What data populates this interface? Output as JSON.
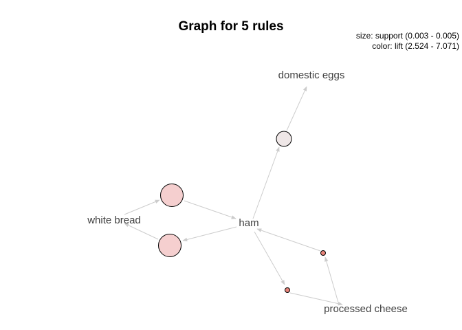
{
  "graph": {
    "title": "Graph for 5 rules",
    "legend_size": "size: support (0.003 - 0.005)",
    "legend_color": "color: lift (2.524 - 7.071)"
  },
  "items": {
    "domestic_eggs": "domestic eggs",
    "white_bread": "white bread",
    "ham": "ham",
    "processed_cheese": "processed cheese"
  },
  "rules": [
    {
      "id": "rule-1",
      "lhs": [
        "ham"
      ],
      "rhs": [
        "domestic eggs"
      ],
      "fill": "#efe7e7"
    },
    {
      "id": "rule-2",
      "lhs": [
        "white bread"
      ],
      "rhs": [
        "ham"
      ],
      "fill": "#f5cfcf"
    },
    {
      "id": "rule-3",
      "lhs": [
        "ham"
      ],
      "rhs": [
        "white bread"
      ],
      "fill": "#f5cfcf"
    },
    {
      "id": "rule-4",
      "lhs": [
        "processed cheese"
      ],
      "rhs": [
        "ham"
      ],
      "fill": "#e8847a"
    },
    {
      "id": "rule-5",
      "lhs": [
        "ham"
      ],
      "rhs": [
        "processed cheese"
      ],
      "fill": "#e8847a"
    }
  ],
  "colors": {
    "edge": "#cccccc",
    "node_stroke": "#000000",
    "label": "#404040"
  }
}
